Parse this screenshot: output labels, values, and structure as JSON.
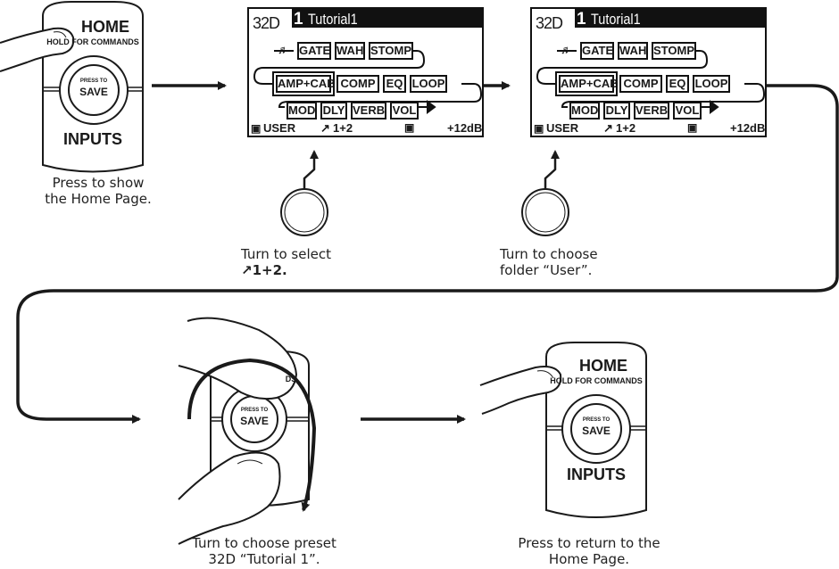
{
  "device_panel_1": {
    "home_label": "HOME",
    "hold_label": "HOLD FOR COMMANDS",
    "press_to_label": "PRESS TO",
    "save_label": "SAVE",
    "inputs_label": "INPUTS"
  },
  "device_panel_2": {
    "home_label": "HOME",
    "hold_label": "HOLD FOR COMMANDS",
    "press_to_label": "PRESS TO",
    "save_label": "SAVE",
    "inputs_label": "INPUTS"
  },
  "device_panel_3": {
    "hold_partial": "DS",
    "press_to_label": "PRESS TO",
    "save_label": "SAVE"
  },
  "lcd_1": {
    "preset_id": "32D",
    "preset_number": "1",
    "preset_name": "Tutorial1",
    "row1": [
      "GATE",
      "WAH",
      "STOMP"
    ],
    "row2": [
      "AMP+CAB",
      "COMP",
      "EQ",
      "LOOP"
    ],
    "row3": [
      "MOD",
      "DLY",
      "VERB",
      "VOL"
    ],
    "footer": {
      "folder": "USER",
      "input": "1+2",
      "level": "+12dB"
    }
  },
  "lcd_2": {
    "preset_id": "32D",
    "preset_number": "1",
    "preset_name": "Tutorial1",
    "row1": [
      "GATE",
      "WAH",
      "STOMP"
    ],
    "row2": [
      "AMP+CAB",
      "COMP",
      "EQ",
      "LOOP"
    ],
    "row3": [
      "MOD",
      "DLY",
      "VERB",
      "VOL"
    ],
    "footer": {
      "folder": "USER",
      "input": "1+2",
      "level": "+12dB"
    }
  },
  "captions": {
    "step1_line1": "Press to show",
    "step1_line2": "the Home Page.",
    "step2_line1": "Turn to select",
    "step2_line2": "1+2.",
    "step3_line1": "Turn to choose",
    "step3_line2": "folder “User”.",
    "step4_line1": "Turn to choose preset",
    "step4_line2": "32D “Tutorial 1”.",
    "step5_line1": "Press to return to the",
    "step5_line2": "Home Page."
  },
  "colors": {
    "ink": "#1a1a1a",
    "panel_fill": "#ffffff",
    "lcd_titlebar": "#111111"
  }
}
